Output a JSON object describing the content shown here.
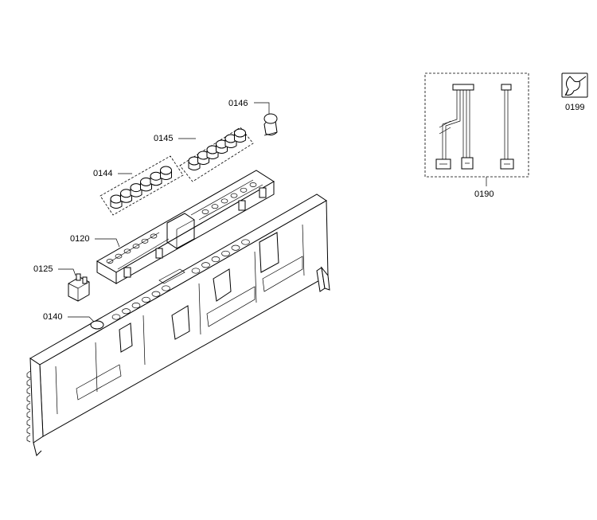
{
  "parts": {
    "p0146": "0146",
    "p0145": "0145",
    "p0144": "0144",
    "p0120": "0120",
    "p0125": "0125",
    "p0140": "0140",
    "p0190": "0190",
    "p0199": "0199"
  }
}
